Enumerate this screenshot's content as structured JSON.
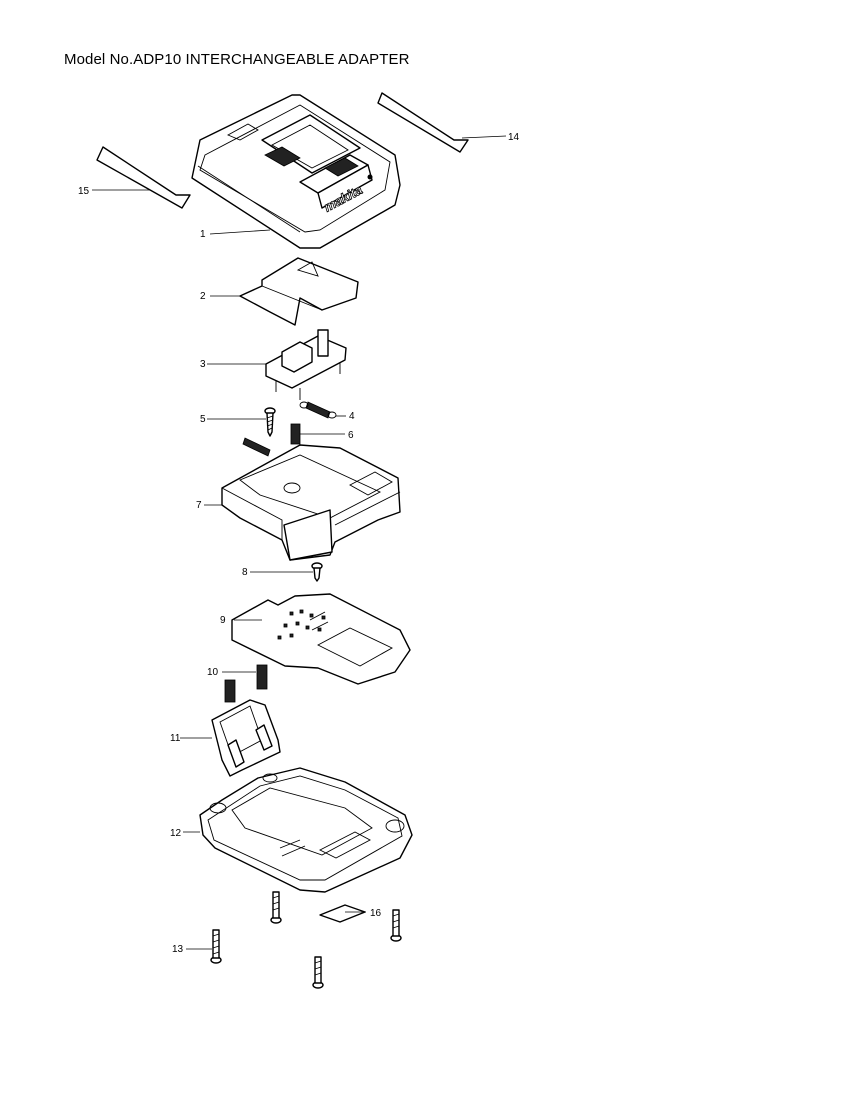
{
  "title": "Model No.ADP10 INTERCHANGEABLE ADAPTER",
  "logo_text": "makita",
  "callouts": [
    "1",
    "2",
    "3",
    "4",
    "5",
    "6",
    "7",
    "8",
    "9",
    "10",
    "11",
    "12",
    "13",
    "14",
    "15",
    "16"
  ]
}
